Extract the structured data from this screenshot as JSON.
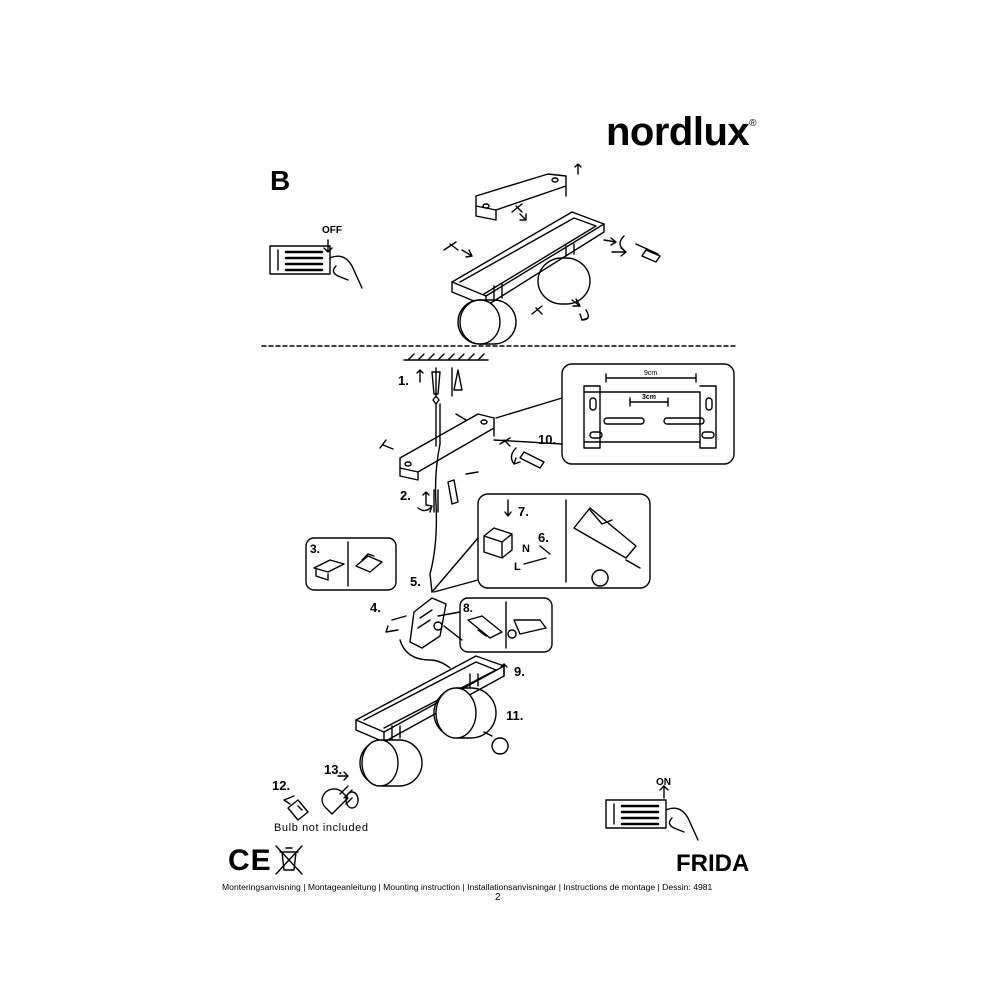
{
  "brand": {
    "logo_text": "nordlux",
    "registered_mark": "®"
  },
  "section_label": "B",
  "switch_off_label": "OFF",
  "switch_on_label": "ON",
  "steps": [
    "1.",
    "2.",
    "3.",
    "4.",
    "5.",
    "6.",
    "7.",
    "8.",
    "9.",
    "10.",
    "11.",
    "12.",
    "13."
  ],
  "wire_labels": {
    "neutral": "N",
    "live": "L"
  },
  "dimensions": {
    "outer": "9cm",
    "inner": "3cm"
  },
  "bulb_note": "Bulb  not  included",
  "certification": {
    "ce_mark": "CE",
    "weee_icon": "crossed-bin-icon"
  },
  "product_name": "FRIDA",
  "footer_text": "Monteringsanvisning | Montageanleitung | Mounting instruction | Installationsanvisningar | Instructions de montage | Dessin: 4981",
  "page_number": "2"
}
